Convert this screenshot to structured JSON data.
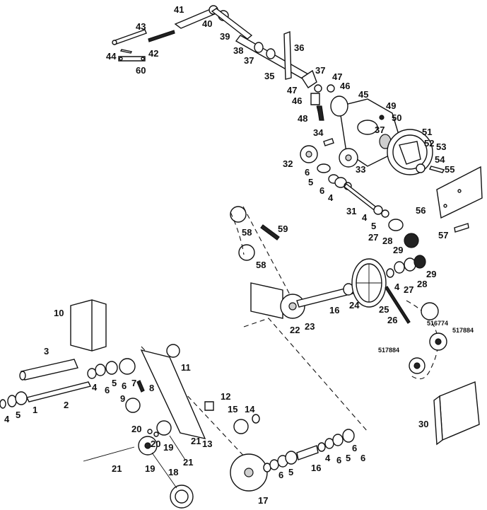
{
  "diagram": {
    "type": "exploded-parts-diagram",
    "callouts": {
      "c1": "1",
      "c2": "2",
      "c3": "3",
      "c4a": "4",
      "c4b": "4",
      "c4c": "4",
      "c4d": "4",
      "c4e": "4",
      "c4f": "4",
      "c5a": "5",
      "c5b": "5",
      "c5c": "5",
      "c5d": "5",
      "c5e": "5",
      "c5f": "5",
      "c6a": "6",
      "c6b": "6",
      "c6c": "6",
      "c6d": "6",
      "c6e": "6",
      "c6f": "6",
      "c6g": "6",
      "c6h": "6",
      "c7": "7",
      "c8": "8",
      "c9": "9",
      "c10": "10",
      "c11": "11",
      "c12": "12",
      "c13": "13",
      "c14": "14",
      "c15": "15",
      "c16a": "16",
      "c16b": "16",
      "c17": "17",
      "c18": "18",
      "c19a": "19",
      "c19b": "19",
      "c20a": "20",
      "c20b": "20",
      "c21a": "21",
      "c21b": "21",
      "c21c": "21",
      "c22": "22",
      "c23": "23",
      "c24": "24",
      "c25": "25",
      "c26": "26",
      "c27a": "27",
      "c27b": "27",
      "c28a": "28",
      "c28b": "28",
      "c29a": "29",
      "c29b": "29",
      "c30": "30",
      "c31": "31",
      "c32": "32",
      "c33": "33",
      "c34": "34",
      "c35": "35",
      "c36": "36",
      "c37a": "37",
      "c37b": "37",
      "c37c": "37",
      "c38": "38",
      "c39": "39",
      "c40": "40",
      "c41": "41",
      "c42": "42",
      "c43": "43",
      "c44": "44",
      "c45": "45",
      "c46a": "46",
      "c46b": "46",
      "c47a": "47",
      "c47b": "47",
      "c48": "48",
      "c49": "49",
      "c50": "50",
      "c51": "51",
      "c52": "52",
      "c53": "53",
      "c54": "54",
      "c55": "55",
      "c56": "56",
      "c57": "57",
      "c58a": "58",
      "c58b": "58",
      "c59": "59",
      "c60": "60",
      "p516774": "516774",
      "p517884a": "517884",
      "p517884b": "517884"
    }
  }
}
